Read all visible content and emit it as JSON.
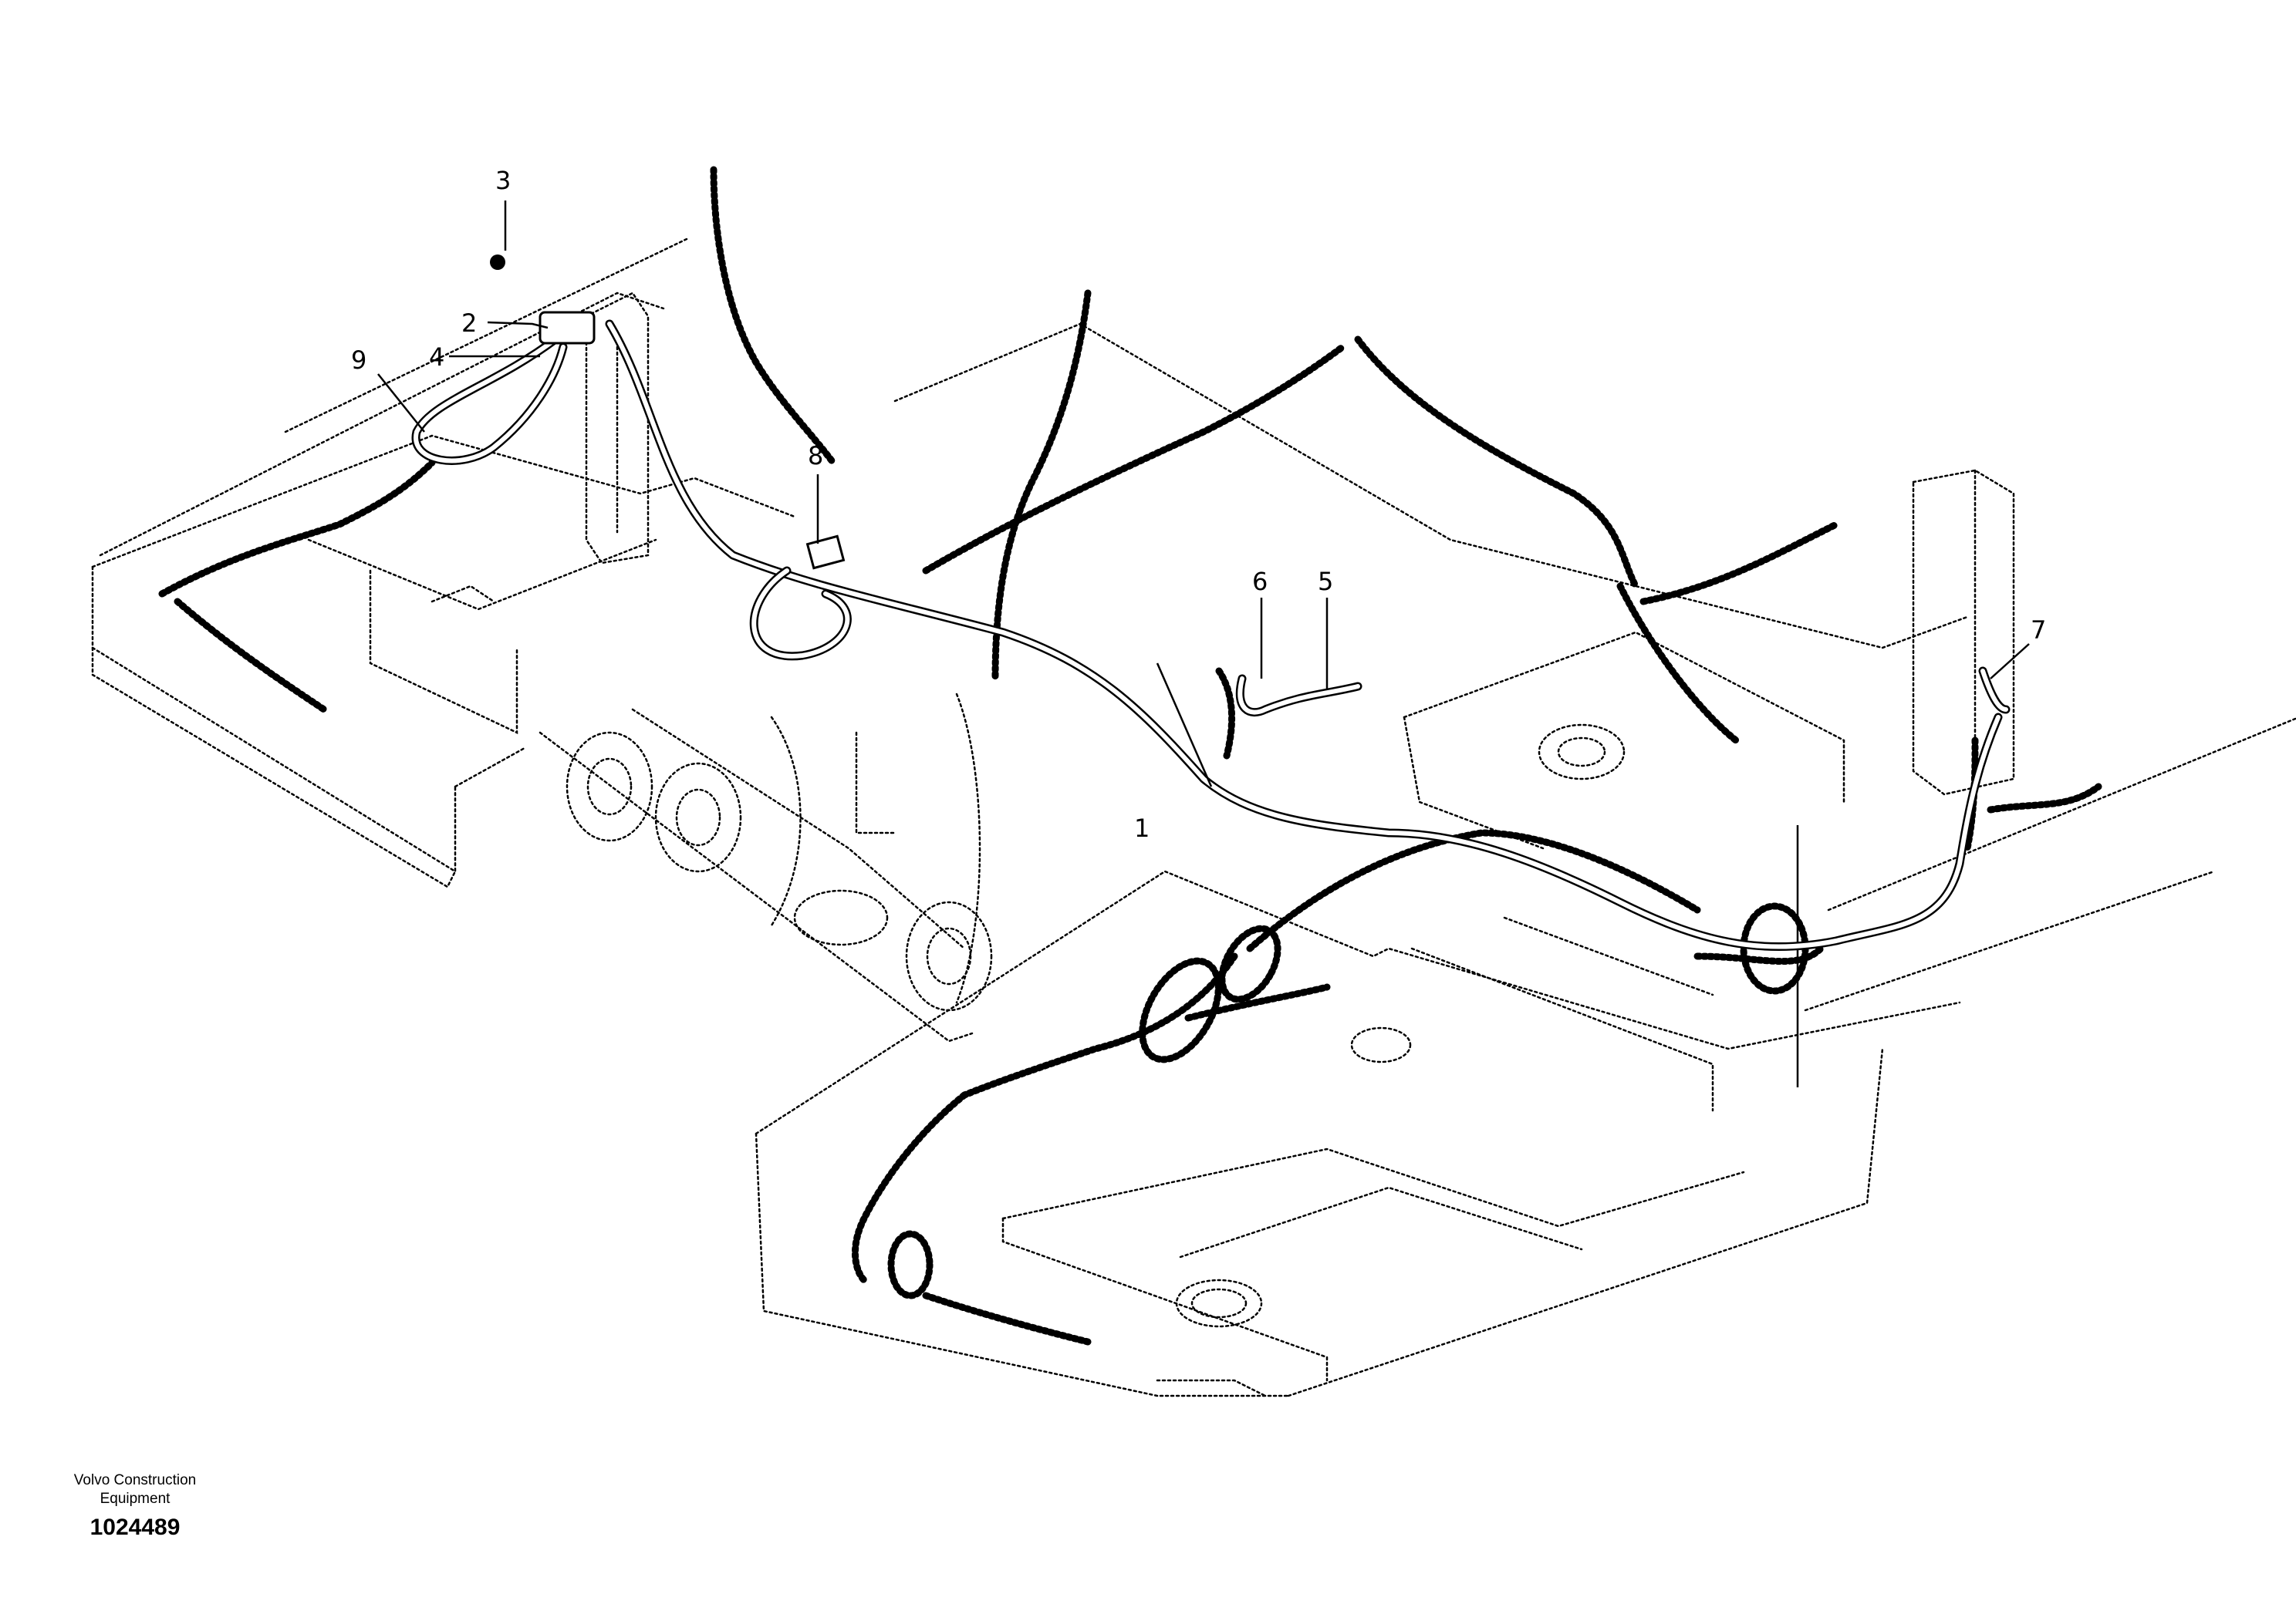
{
  "drawing": {
    "callouts": [
      {
        "id": "1",
        "label": "1"
      },
      {
        "id": "2",
        "label": "2"
      },
      {
        "id": "3",
        "label": "3"
      },
      {
        "id": "4",
        "label": "4"
      },
      {
        "id": "5",
        "label": "5"
      },
      {
        "id": "6",
        "label": "6"
      },
      {
        "id": "7",
        "label": "7"
      },
      {
        "id": "8",
        "label": "8"
      },
      {
        "id": "9",
        "label": "9"
      }
    ]
  },
  "footer": {
    "company_line1": "Volvo Construction",
    "company_line2": "Equipment",
    "drawing_number": "1024489"
  }
}
